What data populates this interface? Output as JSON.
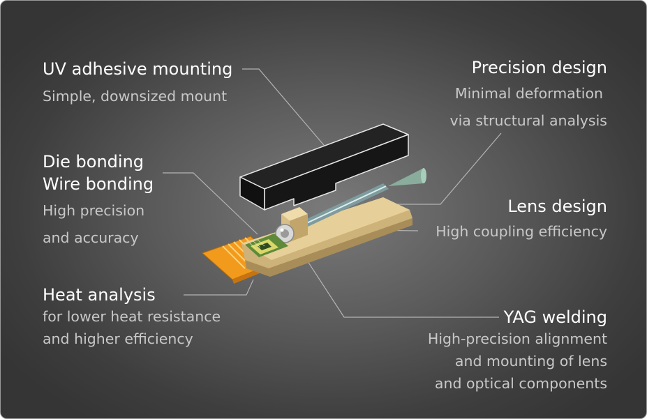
{
  "labels": {
    "uv": {
      "title": "UV adhesive mounting",
      "desc": [
        "Simple, downsized mount"
      ]
    },
    "precision": {
      "title": "Precision design",
      "desc": [
        "Minimal deformation",
        "via structural analysis"
      ]
    },
    "bonding": {
      "title": [
        "Die bonding",
        "Wire bonding"
      ],
      "desc": [
        "High precision",
        "and accuracy"
      ]
    },
    "lens": {
      "title": "Lens design",
      "desc": [
        "High coupling efficiency"
      ]
    },
    "heat": {
      "title": "Heat analysis",
      "desc": [
        "for lower heat resistance",
        "and higher efficiency"
      ]
    },
    "yag": {
      "title": "YAG welding",
      "desc": [
        "High-precision alignment",
        "and mounting of lens",
        "and optical components"
      ]
    }
  },
  "colors": {
    "background": "#4a4a4a",
    "title_text": "#ffffff",
    "desc_text": "#c8c8c8",
    "leader_line": "#b4b4b4",
    "cover": "#151515",
    "housing": "#e6cf98",
    "flex_circuit": "#f29a1c",
    "fiber_cone": "#8fb9a6"
  }
}
